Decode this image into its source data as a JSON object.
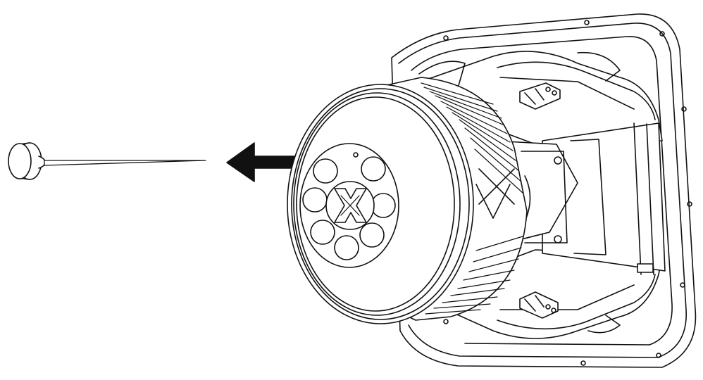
{
  "illustration": {
    "colors": {
      "background": "#ffffff",
      "line": "#111111",
      "fill": "#ffffff",
      "arrow": "#111111",
      "shade": "#bdbdbd"
    },
    "parts": [
      {
        "name": "pin-with-knob",
        "icon": "pin-tool-icon"
      },
      {
        "name": "direction-arrow",
        "icon": "arrow-left-icon"
      },
      {
        "name": "subwoofer-speaker",
        "icon": "speaker-icon"
      }
    ]
  }
}
